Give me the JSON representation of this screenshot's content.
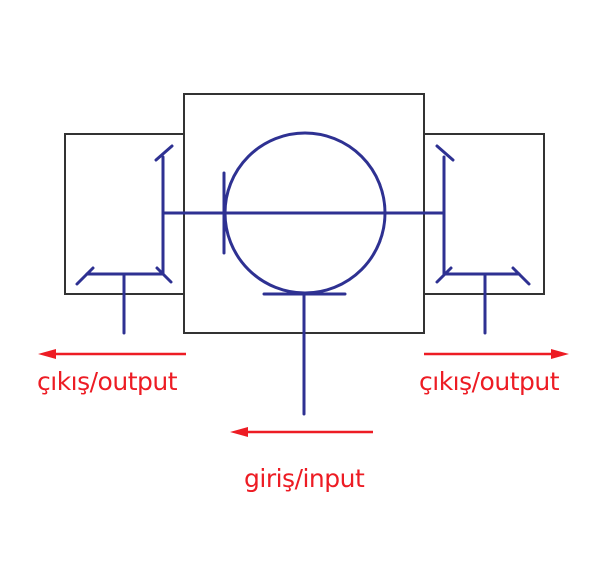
{
  "diagram": {
    "type": "gear-distribution-schematic",
    "colors": {
      "housing": "#333333",
      "shaft": "#2e3192",
      "arrow": "#ed1c24",
      "label": "#ed1c24"
    },
    "labels": {
      "output_left": "çıkış/output",
      "output_right": "çıkış/output",
      "input": "giriş/input"
    },
    "arrows": [
      {
        "id": "output-left",
        "direction": "left"
      },
      {
        "id": "output-right",
        "direction": "right"
      },
      {
        "id": "input",
        "direction": "left"
      }
    ],
    "components": [
      "left-housing",
      "center-housing",
      "right-housing",
      "input-gear-circle",
      "left-bevel-shaft",
      "right-bevel-shaft",
      "input-shaft"
    ]
  }
}
